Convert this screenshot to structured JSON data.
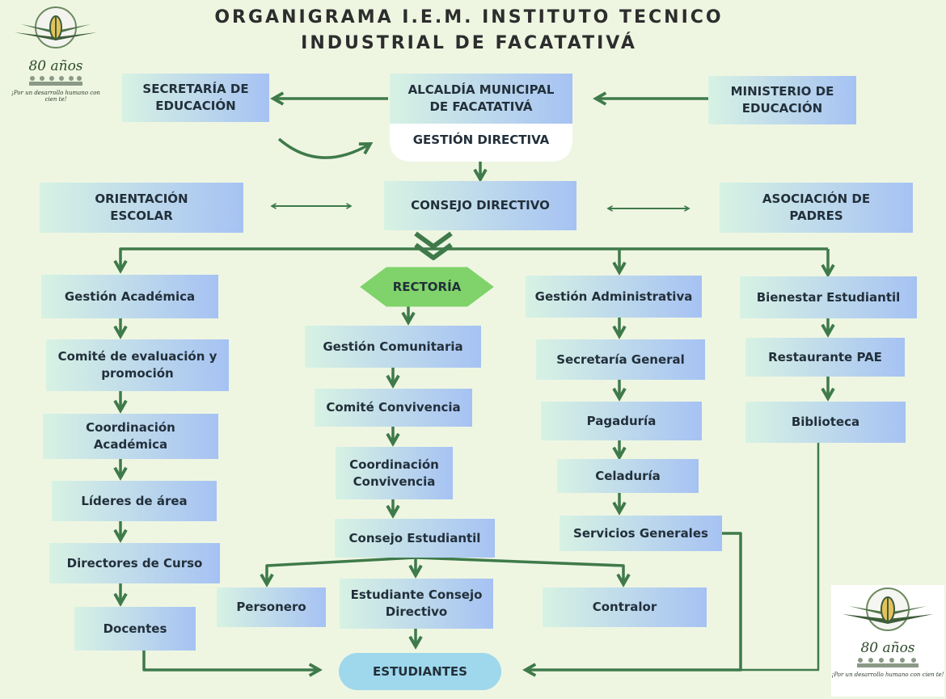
{
  "title": {
    "line1": "ORGANIGRAMA I.E.M. INSTITUTO TECNICO",
    "line2": "INDUSTRIAL DE FACATATIVÁ"
  },
  "logo_left": {
    "years": "80 años",
    "motto": "¡Por un desarrollo humano con cien te!"
  },
  "logo_right": {
    "years": "80 años",
    "motto": "¡Por un desarrollo humano con cien te!"
  },
  "nodes": {
    "secretaria_educacion": "SECRETARÍA DE EDUCACIÓN",
    "alcaldia": "ALCALDÍA MUNICIPAL DE FACATATIVÁ",
    "ministerio": "MINISTERIO DE EDUCACIÓN",
    "gestion_directiva": "GESTIÓN DIRECTIVA",
    "orientacion": "ORIENTACIÓN ESCOLAR",
    "consejo_directivo": "CONSEJO DIRECTIVO",
    "asociacion_padres": "ASOCIACIÓN DE PADRES",
    "rectoria": "RECTORÍA",
    "gestion_academica": "Gestión Académica",
    "comite_evaluacion": "Comité de evaluación y promoción",
    "coordinacion_academica": "Coordinación Académica",
    "lideres_area": "Líderes de área",
    "directores_curso": "Directores de Curso",
    "docentes": "Docentes",
    "gestion_comunitaria": "Gestión Comunitaria",
    "comite_convivencia": "Comité Convivencia",
    "coordinacion_convivencia": "Coordinación Convivencia",
    "consejo_estudiantil": "Consejo Estudiantil",
    "personero": "Personero",
    "estudiante_consejo": "Estudiante Consejo Directivo",
    "contralor": "Contralor",
    "estudiantes": "ESTUDIANTES",
    "gestion_administrativa": "Gestión Administrativa",
    "secretaria_general": "Secretaría General",
    "pagaduria": "Pagaduría",
    "celaduria": "Celaduría",
    "servicios_generales": "Servicios Generales",
    "bienestar": "Bienestar Estudiantil",
    "restaurante": "Restaurante PAE",
    "biblioteca": "Biblioteca"
  },
  "colors": {
    "arrow": "#3f7a4a",
    "rectoria": "#7fd36a",
    "background": "#eef6e2"
  }
}
